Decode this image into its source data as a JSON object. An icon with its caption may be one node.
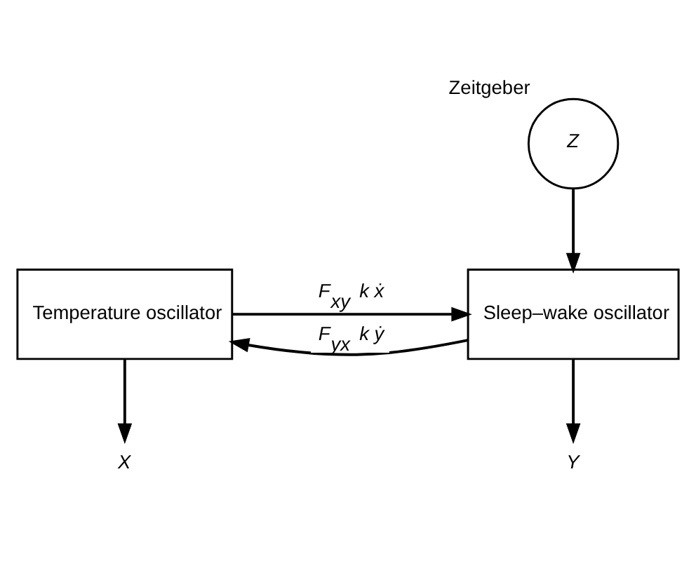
{
  "diagram": {
    "nodes": [
      {
        "text": [
          "Z"
        ],
        "beside": [
          "Zeitgeber"
        ]
      },
      {
        "text": [
          "Temperature oscillator"
        ]
      },
      {
        "text": [
          "Sleep–wake oscillator"
        ]
      },
      {
        "text": [
          "X"
        ]
      },
      {
        "text": [
          "Y"
        ]
      }
    ],
    "edges": [
      {
        "from": 0,
        "to": 2,
        "arrow": "to"
      },
      {
        "from": 1,
        "to": 2,
        "arrow": "to",
        "label": "F$_{xy}$ k ẋ"
      },
      {
        "from": 2,
        "to": 1,
        "arrow": "to",
        "label": "F$_{yx}$ k ẏ"
      },
      {
        "from": 1,
        "to": 3,
        "arrow": "to"
      },
      {
        "from": 2,
        "to": 4,
        "arrow": "to"
      }
    ]
  }
}
